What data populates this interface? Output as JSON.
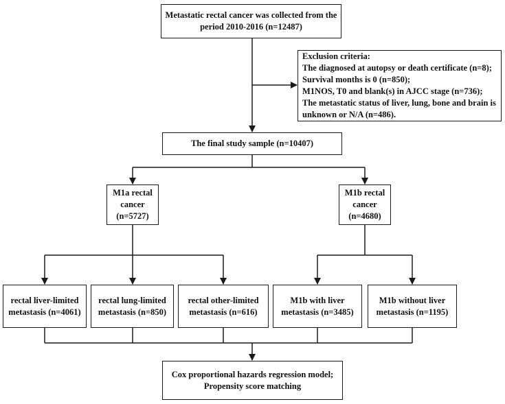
{
  "nodes": {
    "collected": [
      "Metastatic rectal cancer was collected from the",
      "period 2010-2016 (n=12487)"
    ],
    "exclusion": [
      "Exclusion criteria:",
      "The diagnosed at autopsy or death certificate (n=8);",
      "Survival months is 0 (n=850);",
      "M1NOS, T0 and blank(s) in AJCC stage (n=736);",
      "The metastatic status of liver, lung, bone and brain is",
      "unknown or N/A (n=486)."
    ],
    "final_sample": [
      "The final study sample (n=10407)"
    ],
    "m1a": [
      "M1a rectal",
      "cancer",
      "(n=5727)"
    ],
    "m1b": [
      "M1b rectal",
      "cancer",
      "(n=4680)"
    ],
    "liver_limited": [
      "rectal liver-limited",
      "metastasis (n=4061)"
    ],
    "lung_limited": [
      "rectal lung-limited",
      "metastasis (n=850)"
    ],
    "other_limited": [
      "rectal other-limited",
      "metastasis (n=616)"
    ],
    "m1b_with_liver": [
      "M1b with liver",
      "metastasis (n=3485)"
    ],
    "m1b_without_liver": [
      "M1b without liver",
      "metastasis (n=1195)"
    ],
    "cox": [
      "Cox proportional hazards regression model;",
      "Propensity score matching"
    ]
  },
  "colors": {
    "line": "#1a1a1a",
    "border": "#1a1a1a",
    "text": "#111111"
  }
}
